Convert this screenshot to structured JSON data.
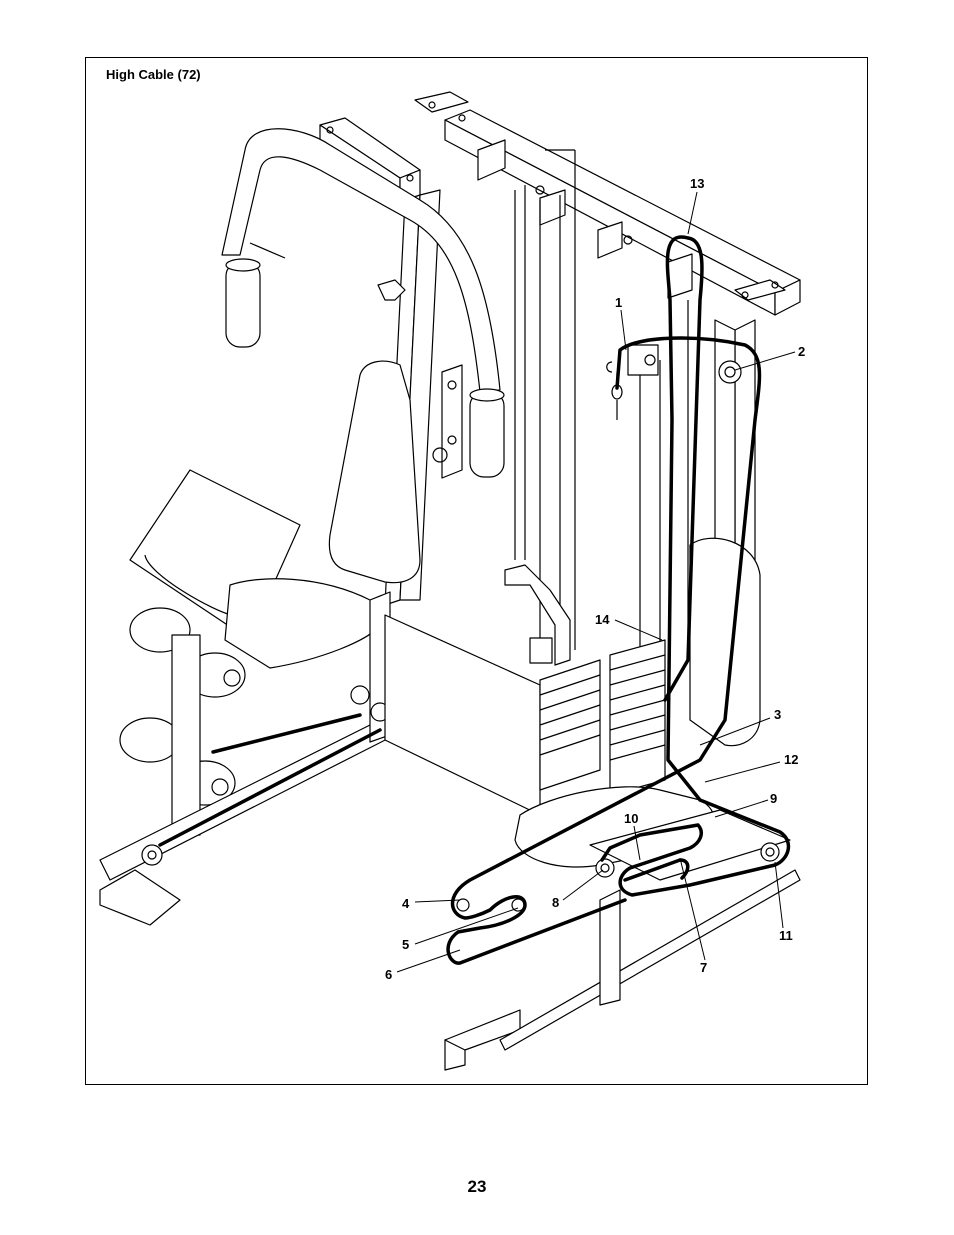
{
  "figure": {
    "title": "High Cable (72)",
    "callouts": {
      "c1": "1",
      "c2": "2",
      "c3": "3",
      "c4": "4",
      "c5": "5",
      "c6": "6",
      "c7": "7",
      "c8": "8",
      "c9": "9",
      "c10": "10",
      "c11": "11",
      "c12": "12",
      "c13": "13",
      "c14": "14"
    }
  },
  "page": {
    "number": "23"
  }
}
